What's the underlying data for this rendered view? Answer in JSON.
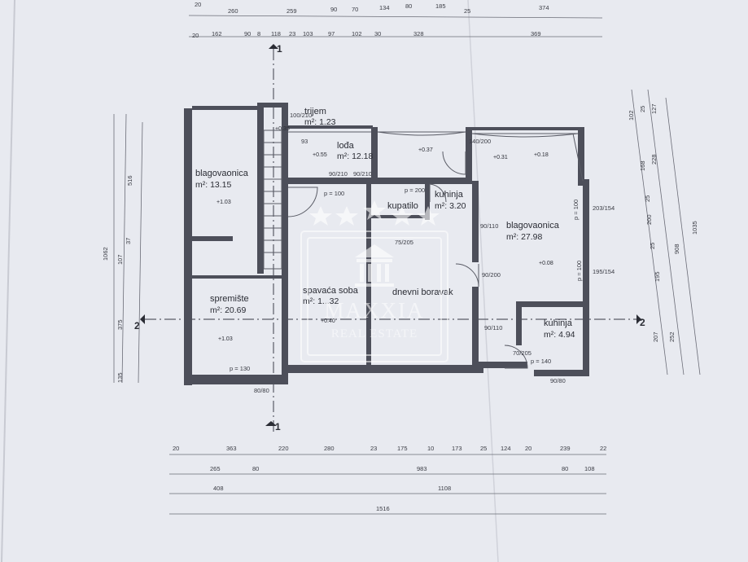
{
  "rooms": [
    {
      "name": "blagovaonica",
      "area": "m²: 13.15",
      "level": "+1.03"
    },
    {
      "name": "spremište",
      "area": "m²: 20.69",
      "level": "+1.03"
    },
    {
      "name": "trijem",
      "area": "m²: 1.23",
      "level": "+0.35"
    },
    {
      "name": "lođa",
      "area": "m²: 12.18",
      "level": "+0.55"
    },
    {
      "name": "spavaća soba",
      "area": "m²: 1...32",
      "level": "+0.40"
    },
    {
      "name": "kupatilo",
      "area": "",
      "level": ""
    },
    {
      "name": "kuhinja",
      "area": "m²: 3.20",
      "level": ""
    },
    {
      "name": "dnevni boravak",
      "area": "",
      "level": ""
    },
    {
      "name": "blagovaonica",
      "area": "m²: 27.98",
      "level": "+0.08"
    },
    {
      "name": "kuhinja",
      "area": "m²: 4.94",
      "level": ""
    }
  ],
  "levels_extra": [
    "+0.37",
    "+0.31",
    "+0.18"
  ],
  "openings": [
    "p = 100",
    "p = 200",
    "p = 130",
    "p = 140",
    "p = 100",
    "p = 100"
  ],
  "door_marks": [
    "100/210",
    "93",
    "90/210",
    "90/210",
    "140/200",
    "90/110",
    "90/200",
    "90/110",
    "70/205",
    "75/205",
    "80/80",
    "90/80",
    "203/154",
    "195/154"
  ],
  "dim_top": {
    "row1": [
      "20",
      "260",
      "259",
      "90",
      "70",
      "134",
      "80",
      "185",
      "25",
      "374"
    ],
    "row2": [
      "20",
      "162",
      "90",
      "8",
      "118",
      "23",
      "103",
      "97",
      "102",
      "30",
      "328",
      "369"
    ]
  },
  "dim_bottom": {
    "row1": [
      "20",
      "363",
      "220",
      "280",
      "23",
      "175",
      "10",
      "173",
      "25",
      "124",
      "20",
      "239",
      "22"
    ],
    "row2": [
      "265",
      "80",
      "983",
      "80",
      "108"
    ],
    "row3": [
      "408",
      "1108"
    ],
    "row4": [
      "1516"
    ]
  },
  "dim_left": [
    "1062",
    "107",
    "37",
    "375",
    "135"
  ],
  "dim_left_top": "516",
  "dim_right": [
    "102",
    "25",
    "127",
    "168",
    "228",
    "25",
    "200",
    "25",
    "908",
    "195",
    "1035",
    "207",
    "252"
  ],
  "section_marks": {
    "v": "1",
    "h": "2"
  },
  "watermark": {
    "name": "MAXXIA",
    "tagline": "REAL ESTATE"
  }
}
